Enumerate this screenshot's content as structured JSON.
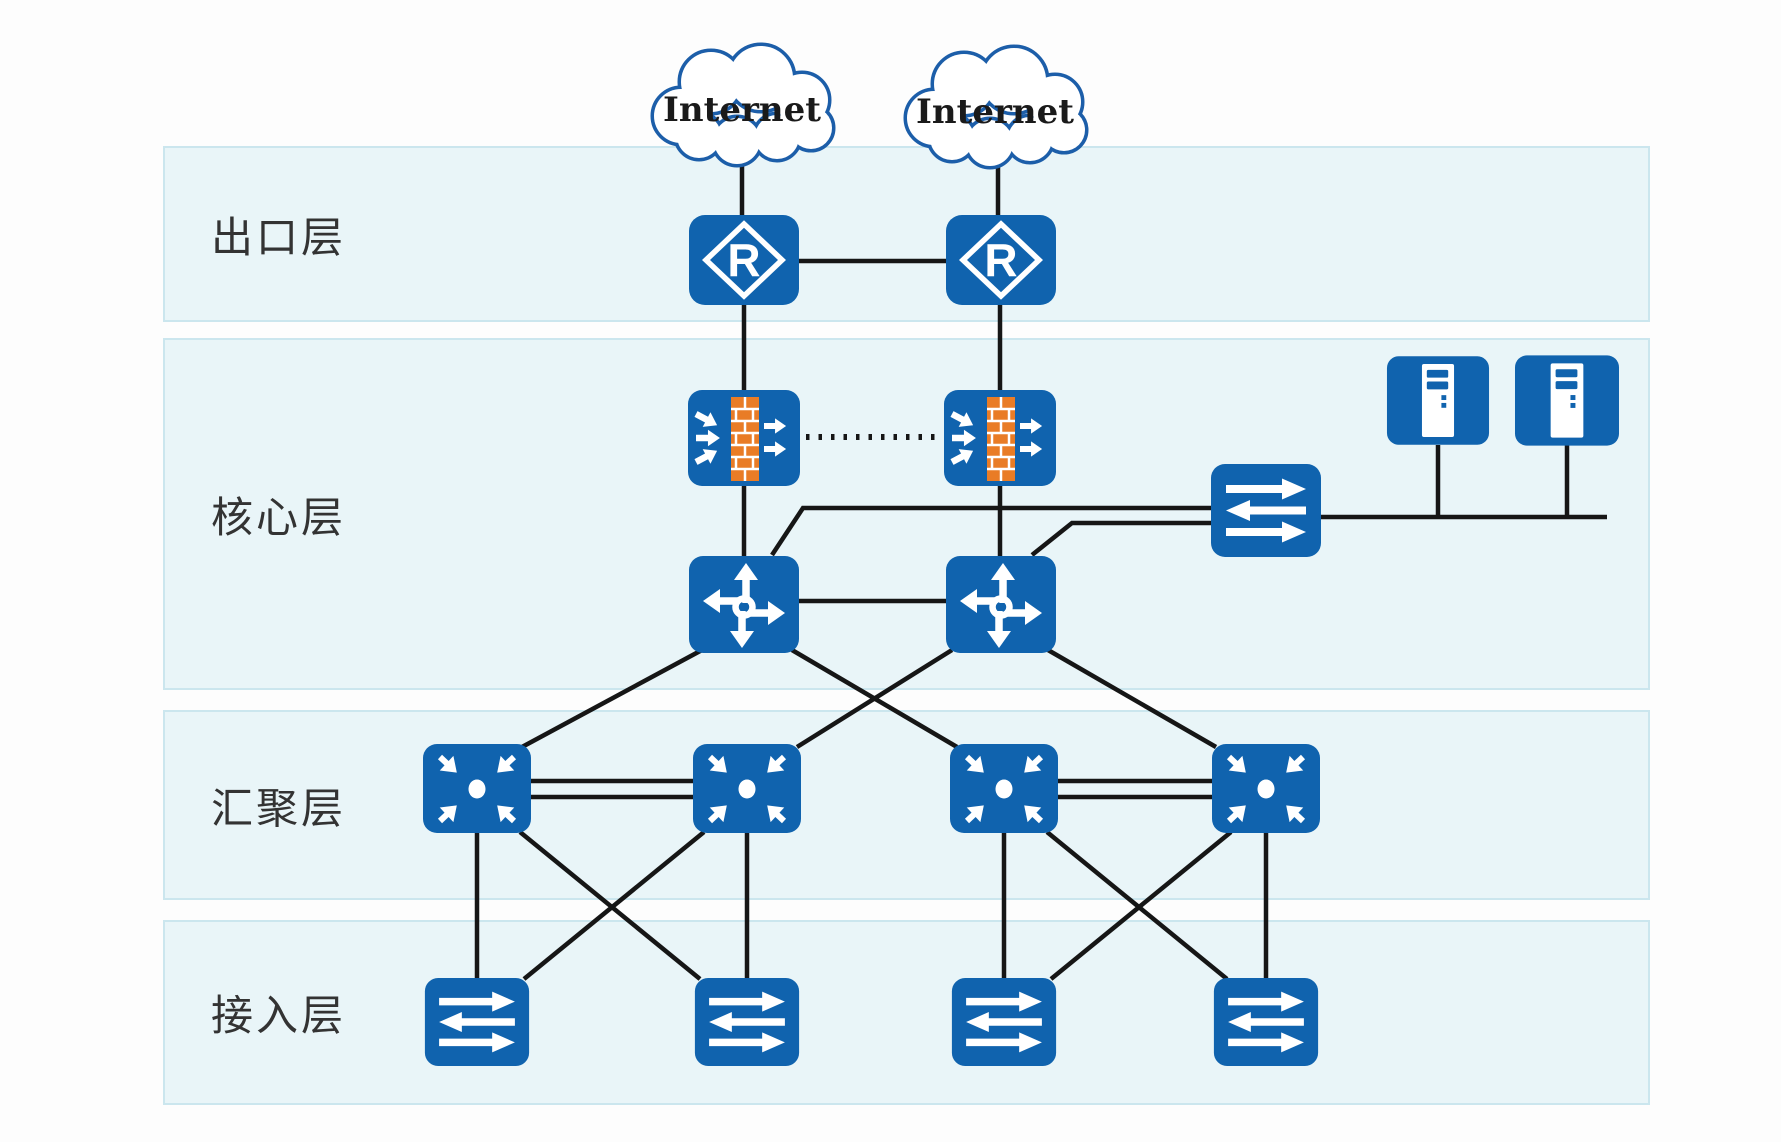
{
  "colors": {
    "node_blue": "#1063ae",
    "brick_orange": "#e97c26",
    "cloud_border": "#1c5ea9",
    "wire": "#161616",
    "band_fill": "#e9f5f8",
    "band_border": "#cbe6ee",
    "label": "#333333"
  },
  "layers": [
    {
      "id": "egress",
      "label": "出口层"
    },
    {
      "id": "core",
      "label": "核心层"
    },
    {
      "id": "aggregation",
      "label": "汇聚层"
    },
    {
      "id": "access",
      "label": "接入层"
    }
  ],
  "clouds": [
    {
      "label": "Internet"
    },
    {
      "label": "Internet"
    }
  ],
  "router_glyph": "R",
  "icons": {
    "internet": "cloud",
    "router": "diamond-r",
    "firewall": "brick-wall-with-arrows",
    "core_switch": "crossed-arrows-with-circle",
    "aggregation_switch": "four-converging-arrows-dot",
    "l2_switch": "three-horizontal-arrows",
    "server": "tower-server"
  }
}
